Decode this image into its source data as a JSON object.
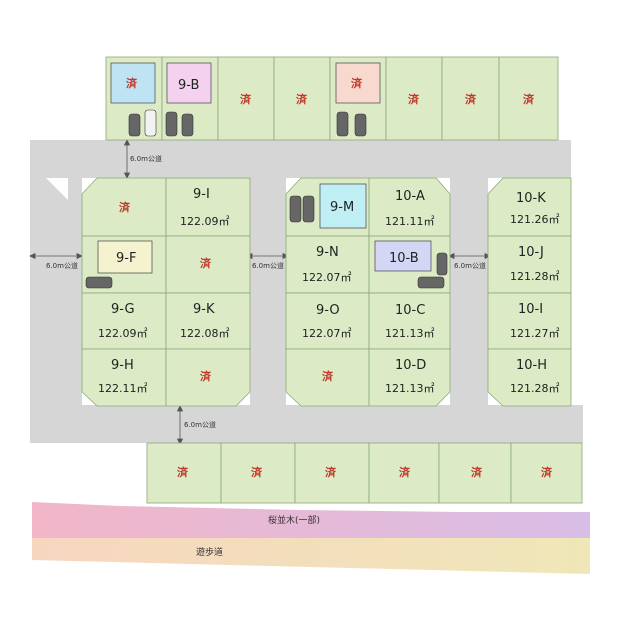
{
  "colors": {
    "lot_fill": "#dcebc6",
    "lot_stroke": "#8aa878",
    "road": "#d6d6d6",
    "sold_text": "#c0392b",
    "cherry_band": [
      "#f2b6c8",
      "#d8bde6"
    ],
    "walk_band": [
      "#f7d6c0",
      "#efe7b8"
    ]
  },
  "sold_label": "済",
  "roads": {
    "north": "6.0m公道",
    "west": "6.0m公道",
    "middle_west": "6.0m公道",
    "middle_east": "6.0m公道",
    "south": "6.0m公道"
  },
  "bands": {
    "cherry": "桜並木(一部)",
    "walk": "遊歩道"
  },
  "lots": {
    "9-I": {
      "name": "9-I",
      "area": "122.09㎡"
    },
    "9-F": {
      "name": "9-F"
    },
    "9-G": {
      "name": "9-G",
      "area": "122.09㎡"
    },
    "9-K": {
      "name": "9-K",
      "area": "122.08㎡"
    },
    "9-H": {
      "name": "9-H",
      "area": "122.11㎡"
    },
    "9-M": {
      "name": "9-M"
    },
    "9-N": {
      "name": "9-N",
      "area": "122.07㎡"
    },
    "9-O": {
      "name": "9-O",
      "area": "122.07㎡"
    },
    "10-A": {
      "name": "10-A",
      "area": "121.11㎡"
    },
    "10-B": {
      "name": "10-B"
    },
    "10-C": {
      "name": "10-C",
      "area": "121.13㎡"
    },
    "10-D": {
      "name": "10-D",
      "area": "121.13㎡"
    },
    "10-K": {
      "name": "10-K",
      "area": "121.26㎡"
    },
    "10-J": {
      "name": "10-J",
      "area": "121.28㎡"
    },
    "10-I": {
      "name": "10-I",
      "area": "121.27㎡"
    },
    "10-H": {
      "name": "10-H",
      "area": "121.28㎡"
    },
    "9-B": {
      "name": "9-B"
    }
  }
}
